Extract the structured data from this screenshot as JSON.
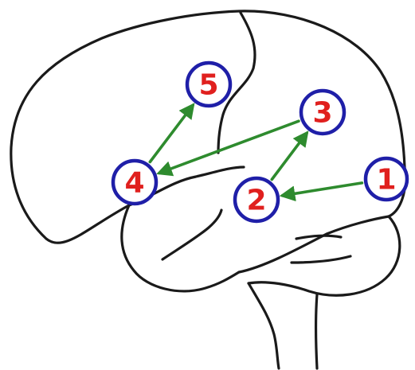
{
  "colors": {
    "outline": "#1a1a1a",
    "arrow": "#2e8b2e",
    "circle": "#1f1fa8",
    "number": "#e0201e"
  },
  "nodes": [
    {
      "id": "1",
      "label": "1"
    },
    {
      "id": "2",
      "label": "2"
    },
    {
      "id": "3",
      "label": "3"
    },
    {
      "id": "4",
      "label": "4"
    },
    {
      "id": "5",
      "label": "5"
    }
  ],
  "arrows": [
    {
      "from": "1",
      "to": "2"
    },
    {
      "from": "2",
      "to": "3"
    },
    {
      "from": "3",
      "to": "4"
    },
    {
      "from": "4",
      "to": "5"
    }
  ]
}
